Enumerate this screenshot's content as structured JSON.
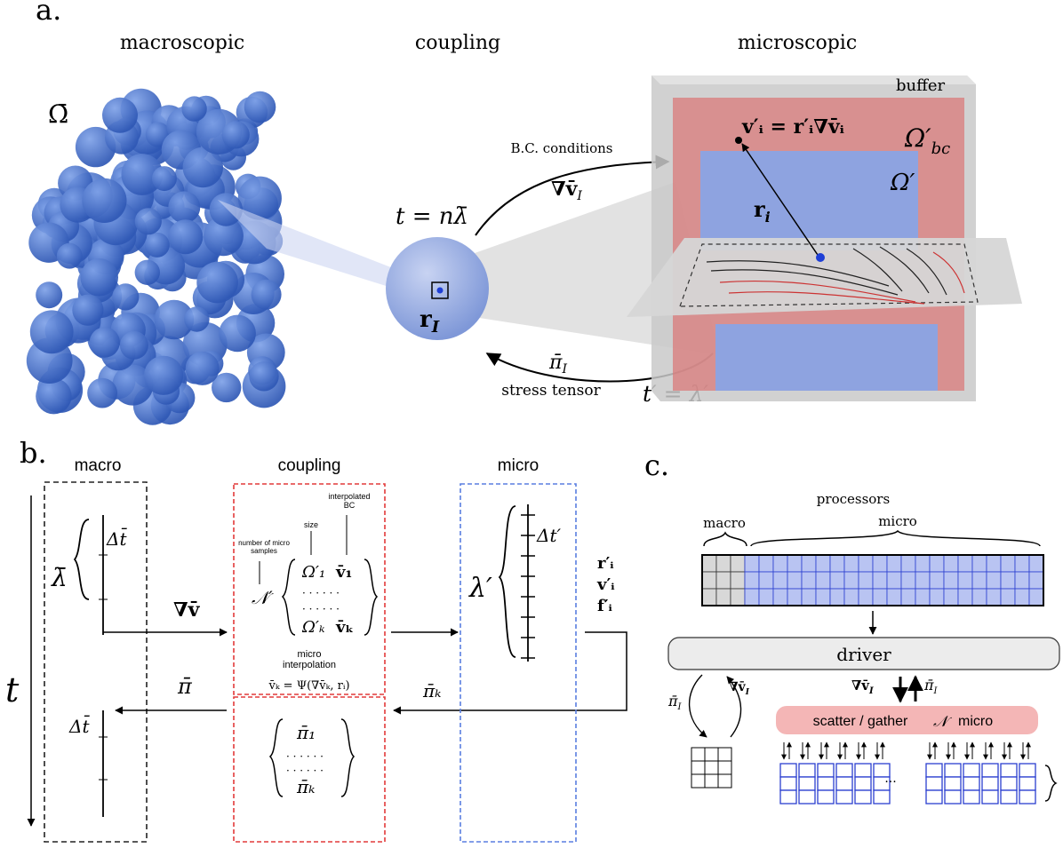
{
  "panel_a": {
    "label": "a.",
    "headers": {
      "macroscopic": "macroscopic",
      "coupling": "coupling",
      "microscopic": "microscopic"
    },
    "omega_bar": "Ω̄",
    "bc_conditions": "B.C. conditions",
    "grad_v_I": "∇v̄",
    "grad_v_I_sub": "I",
    "t_macro": "t = nλ̄",
    "r_I": "r",
    "r_I_sub": "I",
    "pi_I": "π̄",
    "pi_I_sub": "I",
    "stress_tensor": "stress tensor",
    "t_micro": "t′ = λ′",
    "buffer": "buffer",
    "omega_bc": "Ω′",
    "omega_bc_sub": "bc",
    "omega_prime": "Ω′",
    "v_eq": "v′ᵢ = r′ᵢ∇v̄ᵢ",
    "r_i": "r",
    "r_i_sub": "i"
  },
  "panel_b": {
    "label": "b.",
    "headers": {
      "macro": "macro",
      "coupling": "coupling",
      "micro": "micro"
    },
    "t_axis": "t",
    "lambda_bar": "λ̄",
    "delta_t_bar": "Δt̄",
    "delta_t_bar_2": "Δt̄",
    "grad_v": "∇v̄",
    "pi_bar": "π̄",
    "interpolated_bc": [
      "interpolated",
      "BC"
    ],
    "size": "size",
    "number_of_samples": [
      "number of micro",
      "samples"
    ],
    "n_prime": "𝒩′",
    "omega_1": "Ω′₁",
    "v_1": "v̄₁",
    "dots": "· · · · · ·",
    "omega_k": "Ω′ₖ",
    "v_k": "v̄ₖ",
    "micro_interp": [
      "micro",
      "interpolation"
    ],
    "interp_eq": "v̄ₖ = Ψ(∇v̄ₖ, rᵢ)",
    "pi_1": "π̄₁",
    "pi_k": "π̄ₖ",
    "lambda_prime": "λ′",
    "delta_t_prime": "Δt′",
    "r_prime": "r′ᵢ",
    "v_prime": "v′ᵢ",
    "f_prime": "f′ᵢ",
    "pi_k_arrow": "π̄ₖ"
  },
  "panel_c": {
    "label": "c.",
    "processors": "processors",
    "macro": "macro",
    "micro": "micro",
    "driver": "driver",
    "grad_v_I": "∇v̄",
    "grad_v_I_sub": "I",
    "pi_I": "π̄",
    "pi_I_sub": "I",
    "scatter_gather": "scatter / gather",
    "n_micro_symbol": "𝒩",
    "n_micro_label": "micro",
    "ellipsis": "···"
  },
  "colors": {
    "blue_sphere": "#4a74c7",
    "blue_light": "#9fb2e6",
    "red_region": "#e28a8a",
    "gray_buffer": "#cfcfcf",
    "coupling_red": "#e23a3a",
    "micro_blue": "#5a7fe0",
    "scatter_pink": "#f4b6b6",
    "driver_gray": "#ececec",
    "grid_blue": "#b9c4f2"
  }
}
